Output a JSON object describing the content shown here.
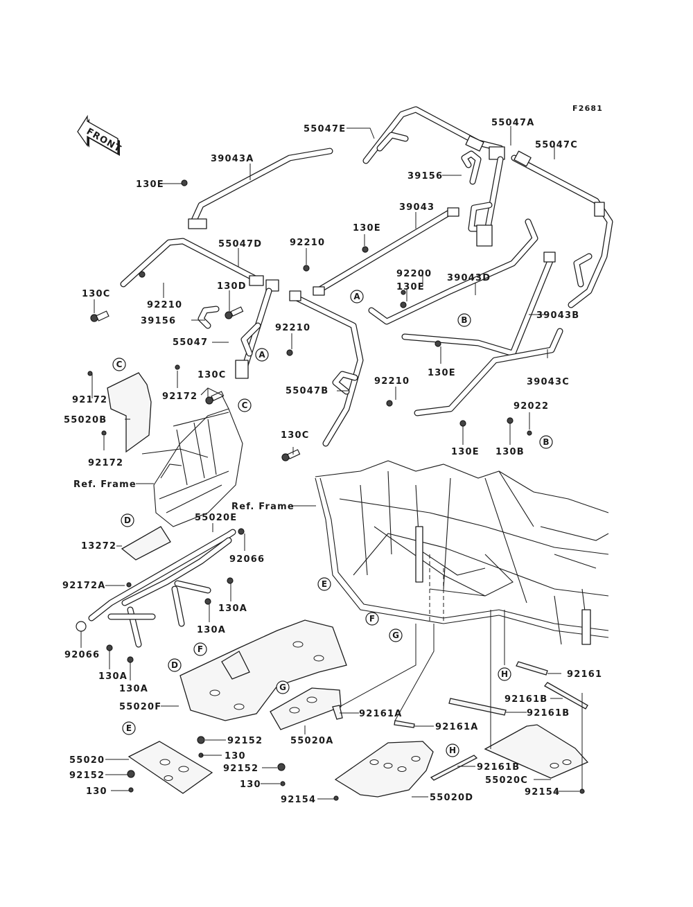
{
  "figure_id": "F2681",
  "front_arrow_label": "FRONT",
  "ref_frame_label": "Ref. Frame",
  "parts": {
    "p39043A": "39043A",
    "p130E_1": "130E",
    "p55047E": "55047E",
    "p55047A": "55047A",
    "p55047C": "55047C",
    "p39156_1": "39156",
    "p39043": "39043",
    "p130E_2": "130E",
    "p55047D": "55047D",
    "p92210_1": "92210",
    "p130C_1": "130C",
    "p92210_2": "92210",
    "p130D": "130D",
    "p39156_2": "39156",
    "p55047": "55047",
    "p92210_3": "92210",
    "p92200": "92200",
    "p130E_3": "130E",
    "p39043D": "39043D",
    "p39043B": "39043B",
    "p130E_4": "130E",
    "p39043C": "39043C",
    "p92172_1": "92172",
    "p92172_2": "92172",
    "p130C_2": "130C",
    "p55047B": "55047B",
    "p92210_4": "92210",
    "p55020B": "55020B",
    "p92172_3": "92172",
    "p130C_3": "130C",
    "p130E_5": "130E",
    "p92022": "92022",
    "p130B": "130B",
    "p55020E": "55020E",
    "p13272": "13272",
    "p92066_1": "92066",
    "p92172A": "92172A",
    "p130A_1": "130A",
    "p130A_2": "130A",
    "p92066_2": "92066",
    "p130A_3": "130A",
    "p130A_4": "130A",
    "p92161": "92161",
    "p92161B_1": "92161B",
    "p92161B_2": "92161B",
    "p55020F": "55020F",
    "p92161A_1": "92161A",
    "p92161A_2": "92161A",
    "p92152_1": "92152",
    "p130_1": "130",
    "p55020A": "55020A",
    "p55020": "55020",
    "p92152_2": "92152",
    "p130_2": "130",
    "p92152_3": "92152",
    "p130_3": "130",
    "p92161B_3": "92161B",
    "p55020C": "55020C",
    "p92154_1": "92154",
    "p55020D": "55020D",
    "p92154_2": "92154"
  },
  "refs": {
    "A1": "A",
    "A2": "A",
    "B1": "B",
    "B2": "B",
    "C1": "C",
    "C2": "C",
    "D1": "D",
    "D2": "D",
    "E1": "E",
    "E2": "E",
    "F1": "F",
    "F2": "F",
    "G1": "G",
    "G2": "G",
    "H1": "H",
    "H2": "H"
  }
}
